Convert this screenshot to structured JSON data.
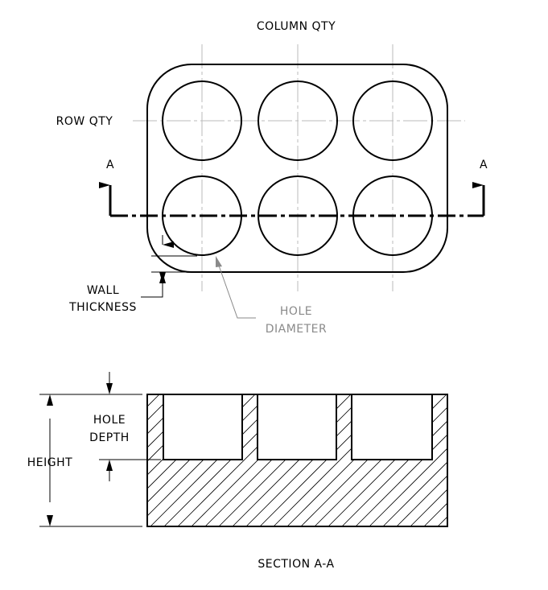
{
  "labels": {
    "column_qty": "COLUMN QTY",
    "row_qty": "ROW QTY",
    "section_marker_left": "A",
    "section_marker_right": "A",
    "wall_line1": "WALL",
    "wall_line2": "THICKNESS",
    "hole_diameter_line1": "HOLE",
    "hole_diameter_line2": "DIAMETER",
    "hole_depth_line1": "HOLE",
    "hole_depth_line2": "DEPTH",
    "height": "HEIGHT",
    "section_title": "SECTION A-A"
  },
  "grid": {
    "rows": 2,
    "columns": 3
  },
  "colors": {
    "line": "#000000",
    "centerline": "#bbbbbb",
    "leader_gray": "#8a8a8a"
  }
}
